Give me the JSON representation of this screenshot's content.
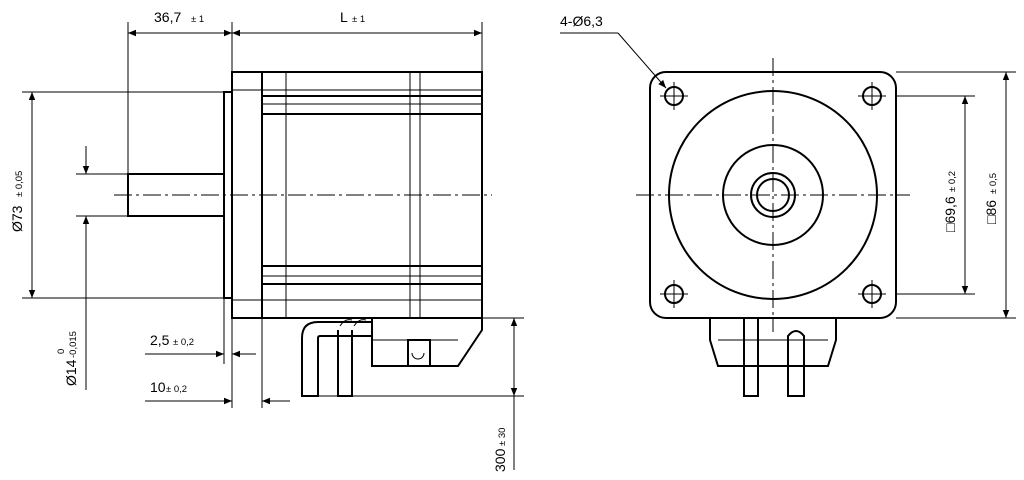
{
  "dimensions": {
    "shaft_length": {
      "value": "36,7",
      "tol": "± 1"
    },
    "body_length": {
      "value": "L",
      "tol": "± 1"
    },
    "flange_diameter": {
      "value": "Ø73",
      "tol": "± 0,05"
    },
    "shaft_diameter": {
      "value": "Ø14",
      "tol_upper": "0",
      "tol_lower": "-0,015"
    },
    "flange_thickness": {
      "value": "2,5",
      "tol": "± 0,2"
    },
    "pilot_offset": {
      "value": "10",
      "tol": "± 0,2"
    },
    "lead_length": {
      "value": "300",
      "tol": "± 30"
    },
    "mounting_holes": {
      "value": "4-Ø6,3"
    },
    "hole_spacing": {
      "value": "□69,6",
      "tol": "± 0,2"
    },
    "frame_size": {
      "value": "□86",
      "tol": "± 0,5"
    }
  }
}
